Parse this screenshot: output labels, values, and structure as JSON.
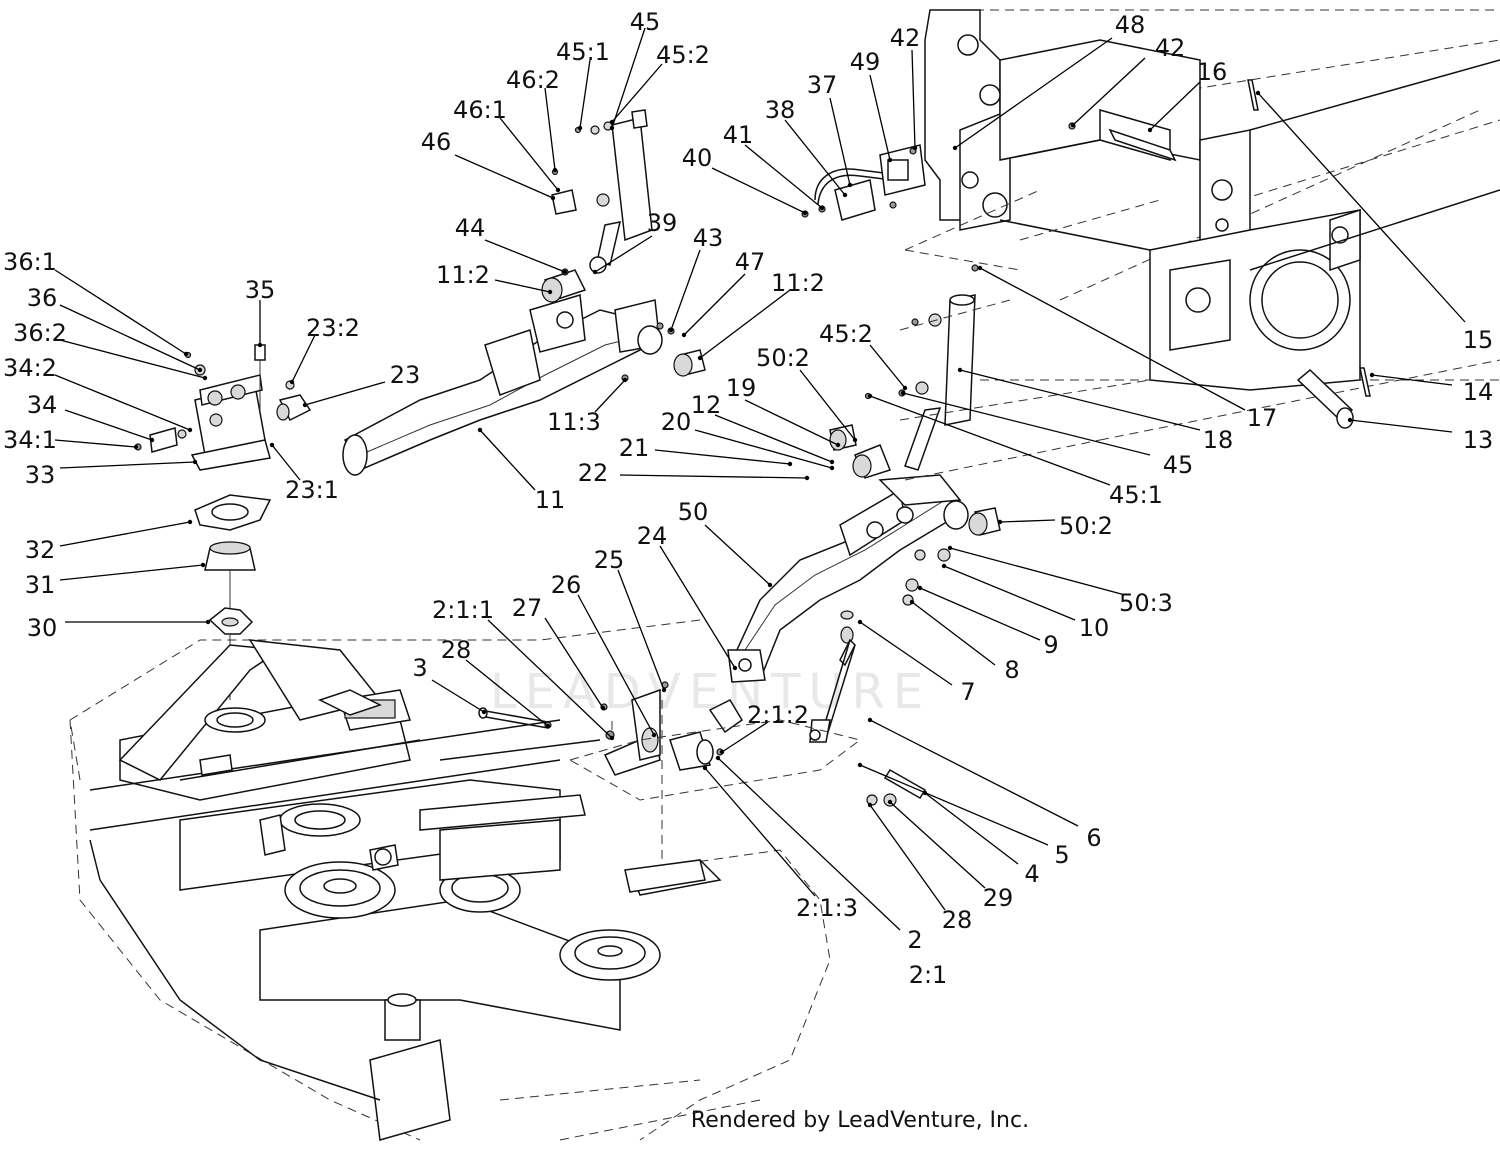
{
  "footer": "Rendered by LeadVenture, Inc.",
  "watermark": "LEADVENTURE",
  "callouts": [
    {
      "label": "45"
    },
    {
      "label": "45:1"
    },
    {
      "label": "45:2"
    },
    {
      "label": "46:2"
    },
    {
      "label": "46:1"
    },
    {
      "label": "46"
    },
    {
      "label": "42"
    },
    {
      "label": "48"
    },
    {
      "label": "42"
    },
    {
      "label": "16"
    },
    {
      "label": "49"
    },
    {
      "label": "37"
    },
    {
      "label": "38"
    },
    {
      "label": "41"
    },
    {
      "label": "40"
    },
    {
      "label": "39"
    },
    {
      "label": "44"
    },
    {
      "label": "43"
    },
    {
      "label": "47"
    },
    {
      "label": "11:2"
    },
    {
      "label": "11:2"
    },
    {
      "label": "36:1"
    },
    {
      "label": "36"
    },
    {
      "label": "36:2"
    },
    {
      "label": "34:2"
    },
    {
      "label": "34"
    },
    {
      "label": "34:1"
    },
    {
      "label": "33"
    },
    {
      "label": "35"
    },
    {
      "label": "23:2"
    },
    {
      "label": "23"
    },
    {
      "label": "23:1"
    },
    {
      "label": "32"
    },
    {
      "label": "31"
    },
    {
      "label": "30"
    },
    {
      "label": "11"
    },
    {
      "label": "11:3"
    },
    {
      "label": "45:2"
    },
    {
      "label": "50:2"
    },
    {
      "label": "19"
    },
    {
      "label": "12"
    },
    {
      "label": "20"
    },
    {
      "label": "21"
    },
    {
      "label": "22"
    },
    {
      "label": "15"
    },
    {
      "label": "14"
    },
    {
      "label": "13"
    },
    {
      "label": "17"
    },
    {
      "label": "18"
    },
    {
      "label": "45"
    },
    {
      "label": "45:1"
    },
    {
      "label": "50:2"
    },
    {
      "label": "50:3"
    },
    {
      "label": "10"
    },
    {
      "label": "9"
    },
    {
      "label": "8"
    },
    {
      "label": "7"
    },
    {
      "label": "50"
    },
    {
      "label": "24"
    },
    {
      "label": "25"
    },
    {
      "label": "26"
    },
    {
      "label": "27"
    },
    {
      "label": "2:1:1"
    },
    {
      "label": "28"
    },
    {
      "label": "3"
    },
    {
      "label": "2:1:2"
    },
    {
      "label": "6"
    },
    {
      "label": "5"
    },
    {
      "label": "4"
    },
    {
      "label": "29"
    },
    {
      "label": "28"
    },
    {
      "label": "2:1:3"
    },
    {
      "label": "2"
    },
    {
      "label": "2:1"
    }
  ]
}
